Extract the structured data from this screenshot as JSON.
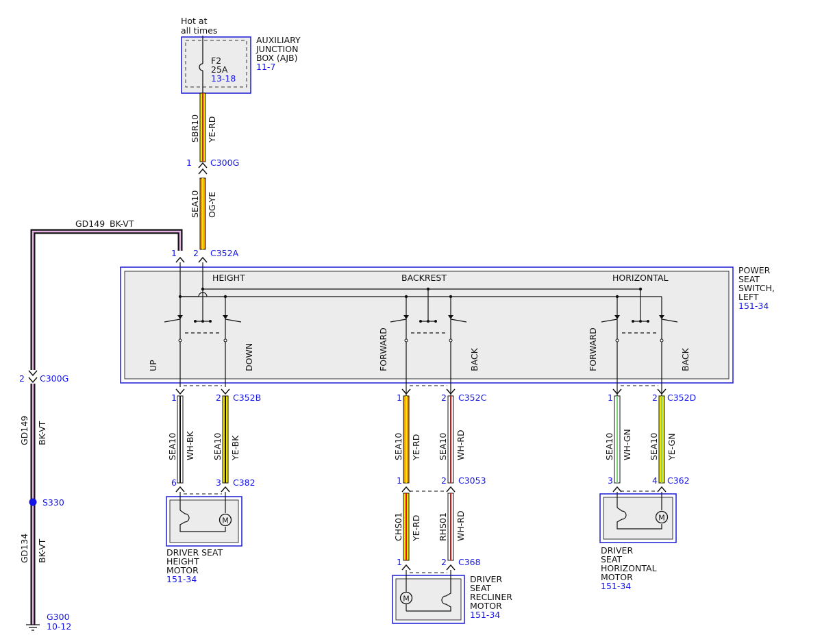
{
  "source": {
    "hot_line1": "Hot at",
    "hot_line2": "all times"
  },
  "ajb": {
    "line1": "AUXILIARY",
    "line2": "JUNCTION",
    "line3": "BOX (AJB)",
    "ref": "11-7",
    "fuse_name": "F2",
    "fuse_rating": "25A",
    "fuse_ref": "13-18"
  },
  "wire_ajb_c300g": {
    "circuit": "SBR10",
    "color": "YE-RD"
  },
  "c300g_top": {
    "pin": "1",
    "name": "C300G"
  },
  "wire_c300g_c352a": {
    "circuit": "SEA10",
    "color": "OG-YE"
  },
  "c352a": {
    "pin1": "1",
    "pin2": "2",
    "name": "C352A"
  },
  "ground_wire_top": {
    "circuit": "GD149",
    "color": "BK-VT"
  },
  "c300g_left": {
    "pin": "2",
    "name": "C300G"
  },
  "ground_wire_mid": {
    "circuit": "GD149",
    "color": "BK-VT"
  },
  "splice": {
    "name": "S330"
  },
  "ground_wire_bottom": {
    "circuit": "GD134",
    "color": "BK-VT"
  },
  "ground": {
    "name": "G300",
    "ref": "10-12"
  },
  "switch": {
    "line1": "POWER",
    "line2": "SEAT",
    "line3": "SWITCH,",
    "line4": "LEFT",
    "ref": "151-34",
    "height": "HEIGHT",
    "backrest": "BACKREST",
    "horizontal": "HORIZONTAL",
    "up": "UP",
    "down": "DOWN",
    "forward1": "FORWARD",
    "back1": "BACK",
    "forward2": "FORWARD",
    "back2": "BACK"
  },
  "c352b": {
    "pin1": "1",
    "pin2": "2",
    "name": "C352B"
  },
  "c352c": {
    "pin1": "1",
    "pin2": "2",
    "name": "C352C"
  },
  "c352d": {
    "pin1": "1",
    "pin2": "2",
    "name": "C352D"
  },
  "wires_height": {
    "w1_circuit": "SEA10",
    "w1_color": "WH-BK",
    "w2_circuit": "SEA10",
    "w2_color": "YE-BK"
  },
  "wires_backrest": {
    "w1_circuit": "SEA10",
    "w1_color": "YE-RD",
    "w2_circuit": "SEA10",
    "w2_color": "WH-RD"
  },
  "wires_horizontal": {
    "w1_circuit": "SEA10",
    "w1_color": "WH-GN",
    "w2_circuit": "SEA10",
    "w2_color": "YE-GN"
  },
  "c382": {
    "pin1": "6",
    "pin2": "3",
    "name": "C382"
  },
  "c3053": {
    "pin1": "1",
    "pin2": "2",
    "name": "C3053"
  },
  "c362": {
    "pin1": "3",
    "pin2": "4",
    "name": "C362"
  },
  "wires_recliner": {
    "w1_circuit": "CHS01",
    "w1_color": "YE-RD",
    "w2_circuit": "RHS01",
    "w2_color": "WH-RD"
  },
  "c368": {
    "pin1": "1",
    "pin2": "2",
    "name": "C368"
  },
  "height_motor": {
    "line1": "DRIVER SEAT",
    "line2": "HEIGHT",
    "line3": "MOTOR",
    "ref": "151-34",
    "symbol": "M"
  },
  "recliner_motor": {
    "line1": "DRIVER",
    "line2": "SEAT",
    "line3": "RECLINER",
    "line4": "MOTOR",
    "ref": "151-34",
    "symbol": "M"
  },
  "horizontal_motor": {
    "line1": "DRIVER",
    "line2": "SEAT",
    "line3": "HORIZONTAL",
    "line4": "MOTOR",
    "ref": "151-34",
    "symbol": "M"
  },
  "colors": {
    "component_border": "#1a1ad6",
    "component_fill": "#f0f0f0",
    "pin_text": "#1414e6",
    "yellow": "#f2e600",
    "orange": "#f59a00",
    "red": "#e01010",
    "white": "#ffffff",
    "black": "#111111",
    "violet": "#e8b4e8",
    "green": "#7fd07f"
  }
}
